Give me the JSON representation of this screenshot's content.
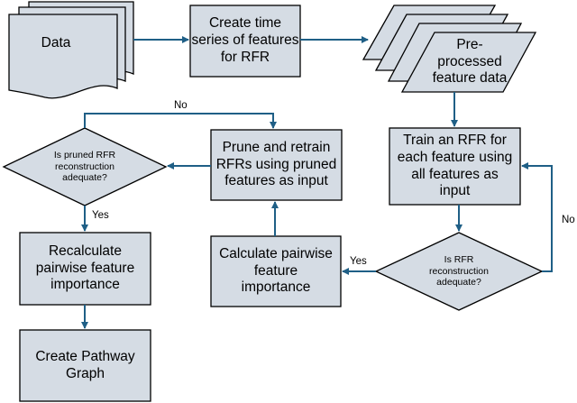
{
  "nodes": {
    "data": "Data",
    "create_time_series": "Create time\nseries of features\nfor RFR",
    "preprocessed": "Pre-\nprocessed\nfeature data",
    "train_rfr": "Train an RFR for\neach feature using\nall features as\ninput",
    "is_rfr_adequate": "Is RFR\nreconstruction\nadequate?",
    "calc_pairwise": "Calculate pairwise\nfeature\nimportance",
    "prune_retrain": "Prune and retrain\nRFRs using pruned\nfeatures as input",
    "is_pruned_adequate": "Is pruned RFR\nreconstruction\nadequate?",
    "recalculate": "Recalculate\npairwise feature\nimportance",
    "create_pathway": "Create Pathway\nGraph"
  },
  "edge_labels": {
    "no_top": "No",
    "no_right": "No",
    "yes_left": "Yes",
    "yes_bottom": "Yes"
  },
  "colors": {
    "shape_fill": "#d5dce4",
    "arrow": "#1f5f86"
  }
}
